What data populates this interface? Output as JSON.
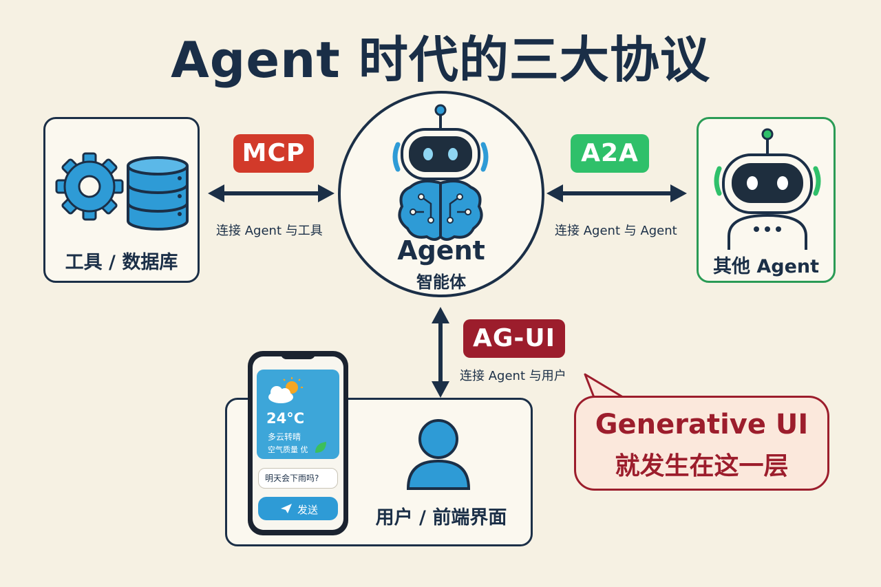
{
  "title": "Agent 时代的三大协议",
  "tools": {
    "label": "工具 / 数据库"
  },
  "agent": {
    "name": "Agent",
    "subtitle": "智能体"
  },
  "other_agent": {
    "label": "其他 Agent"
  },
  "user": {
    "label": "用户 / 前端界面"
  },
  "protocols": {
    "mcp": {
      "name": "MCP",
      "caption": "连接 Agent 与工具",
      "color": "#d23a2a"
    },
    "a2a": {
      "name": "A2A",
      "caption": "连接 Agent 与 Agent",
      "color": "#2fc06a"
    },
    "agui": {
      "name": "AG-UI",
      "caption": "连接 Agent 与用户",
      "color": "#9c1d2c"
    }
  },
  "phone": {
    "temperature": "24°C",
    "weather": "多云转晴",
    "air_quality": "空气质量 优",
    "question": "明天会下雨吗?",
    "send": "发送"
  },
  "callout": {
    "line1": "Generative UI",
    "line2": "就发生在这一层"
  }
}
